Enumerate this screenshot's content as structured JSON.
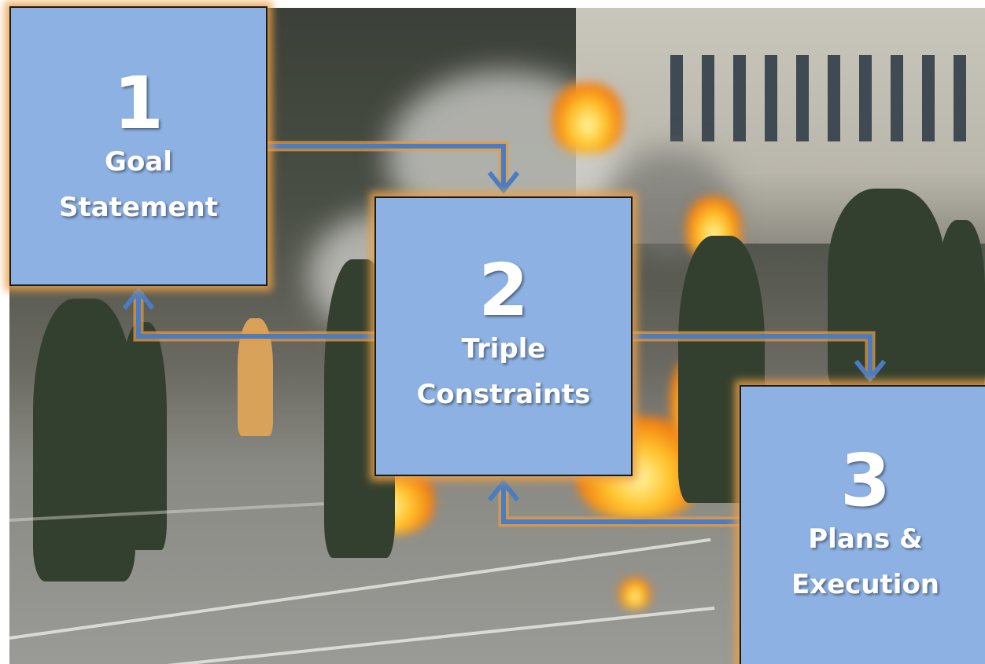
{
  "diagram": {
    "boxes": [
      {
        "number": "1",
        "label_line1": "Goal",
        "label_line2": "Statement"
      },
      {
        "number": "2",
        "label_line1": "Triple",
        "label_line2": "Constraints"
      },
      {
        "number": "3",
        "label_line1": "Plans &",
        "label_line2": "Execution"
      }
    ],
    "colors": {
      "box_fill": "#8db1e2",
      "box_border": "#1a1a1a",
      "box_glow": "#eba046",
      "arrow": "#4a7cc4",
      "text": "#ffffff"
    },
    "connections": [
      {
        "from": "1",
        "to": "2"
      },
      {
        "from": "2",
        "to": "1"
      },
      {
        "from": "2",
        "to": "3"
      },
      {
        "from": "3",
        "to": "2"
      }
    ],
    "background": "photo-riot-scene"
  }
}
